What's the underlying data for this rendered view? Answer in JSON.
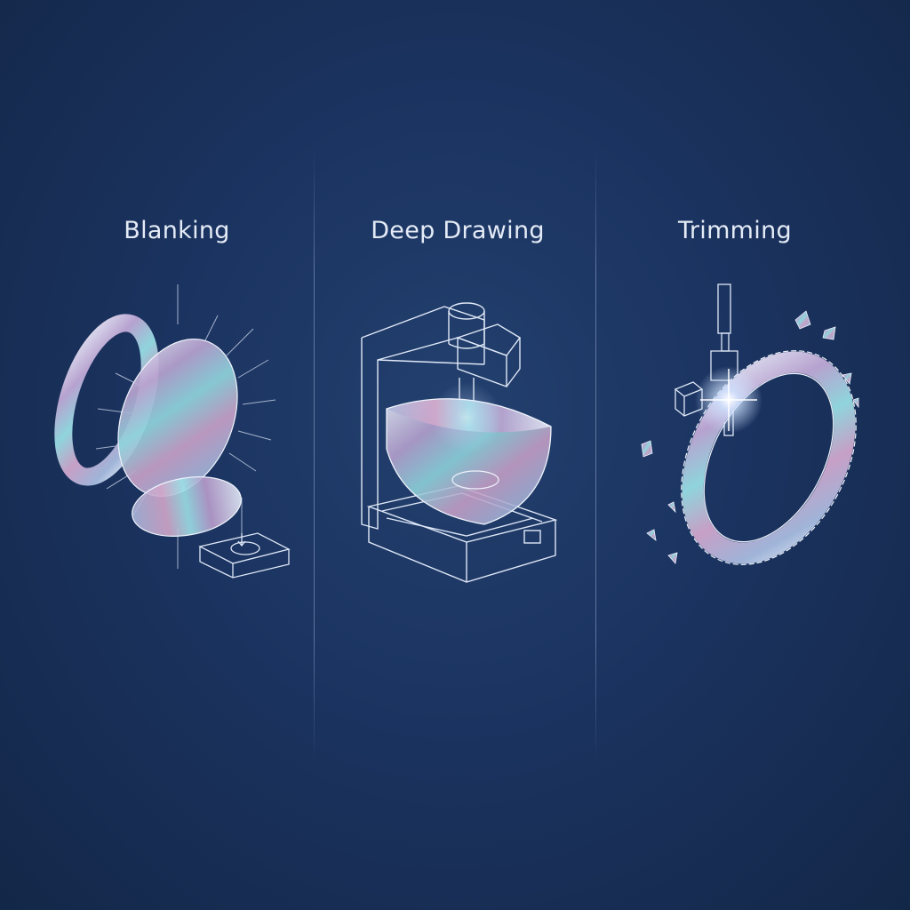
{
  "steps": [
    {
      "label": "Blanking",
      "icon": "blanking-press-icon"
    },
    {
      "label": "Deep Drawing",
      "icon": "deep-drawing-press-icon"
    },
    {
      "label": "Trimming",
      "icon": "trimming-cutter-icon"
    }
  ],
  "colors": {
    "background": "#1b3360",
    "line": "#dfe8f7",
    "iridescent": [
      "#9fb4d8",
      "#c79fc6",
      "#8fd4dc",
      "#e8eef8"
    ]
  }
}
